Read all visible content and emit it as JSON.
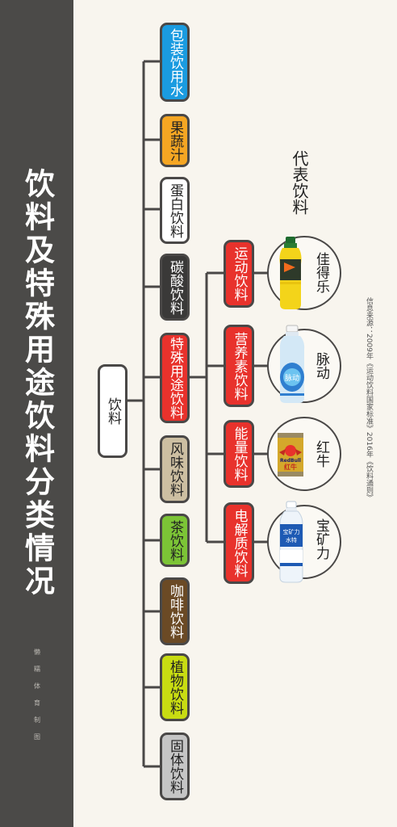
{
  "title": "饮料及特殊用途饮料分类情况",
  "credit": "懒 糯 体 育 制 图",
  "root": "饮料",
  "categories": [
    {
      "label": "包装饮用水",
      "color": "#1a9be0"
    },
    {
      "label": "果蔬汁",
      "color": "#f5a623"
    },
    {
      "label": "蛋白饮料",
      "color": "#ffffff"
    },
    {
      "label": "碳酸饮料",
      "color": "#3a3938"
    },
    {
      "label": "特殊用途饮料",
      "color": "#e8322c"
    },
    {
      "label": "风味饮料",
      "color": "#cdbfa2"
    },
    {
      "label": "茶饮料",
      "color": "#7cc436"
    },
    {
      "label": "咖啡饮料",
      "color": "#6b4a25"
    },
    {
      "label": "植物饮料",
      "color": "#c8dc12"
    },
    {
      "label": "固体饮料",
      "color": "#c5c5c5"
    }
  ],
  "special": [
    {
      "label": "运动饮料",
      "brand": "佳得乐",
      "icon": "gatorade-bottle-icon",
      "color": "#e8322c"
    },
    {
      "label": "营养素饮料",
      "brand": "脉动",
      "icon": "mizone-bottle-icon",
      "color": "#e8322c"
    },
    {
      "label": "能量饮料",
      "brand": "红牛",
      "icon": "red-bull-can-icon",
      "color": "#e8322c"
    },
    {
      "label": "电解质饮料",
      "brand": "宝矿力",
      "icon": "pocari-bottle-icon",
      "color": "#e8322c"
    }
  ],
  "rep_title": "代表饮料",
  "source": "信息来源：2009年《运动饮料国家标准》2016年《饮料通则》",
  "product_text": {
    "redbull_brand": "RedBull",
    "redbull_cn": "红牛",
    "pocari_cn": "宝矿力",
    "pocari_sub": "水特",
    "mizone": "脉动"
  }
}
